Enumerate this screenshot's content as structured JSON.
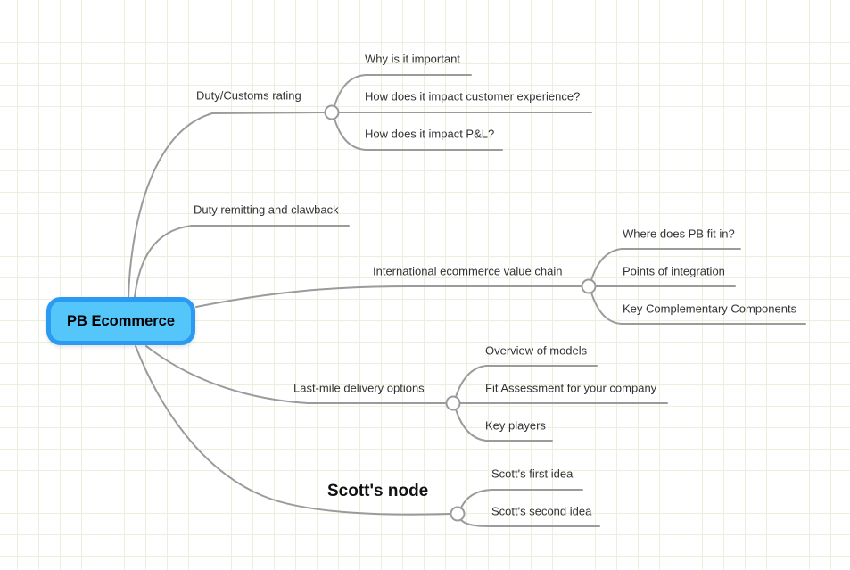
{
  "canvas": {
    "background_color": "#ffffff",
    "grid_color": "#e8f0de",
    "connector_color": "#9b9b9b"
  },
  "root": {
    "label": "PB Ecommerce",
    "fill_color": "#55c6fa",
    "border_color": "#2b9af3"
  },
  "branches": [
    {
      "label": "Duty/Customs rating",
      "children": [
        "Why is it important",
        "How does it impact customer experience?",
        "How does it impact P&L?"
      ]
    },
    {
      "label": "Duty remitting and clawback",
      "children": []
    },
    {
      "label": "International ecommerce value chain",
      "children": [
        "Where does PB fit in?",
        "Points of integration",
        "Key Complementary Components"
      ]
    },
    {
      "label": "Last-mile delivery options",
      "children": [
        "Overview of models",
        "Fit Assessment for your company",
        "Key players"
      ]
    },
    {
      "label": "Scott's node",
      "children": [
        "Scott's first idea",
        "Scott's second idea"
      ]
    }
  ]
}
